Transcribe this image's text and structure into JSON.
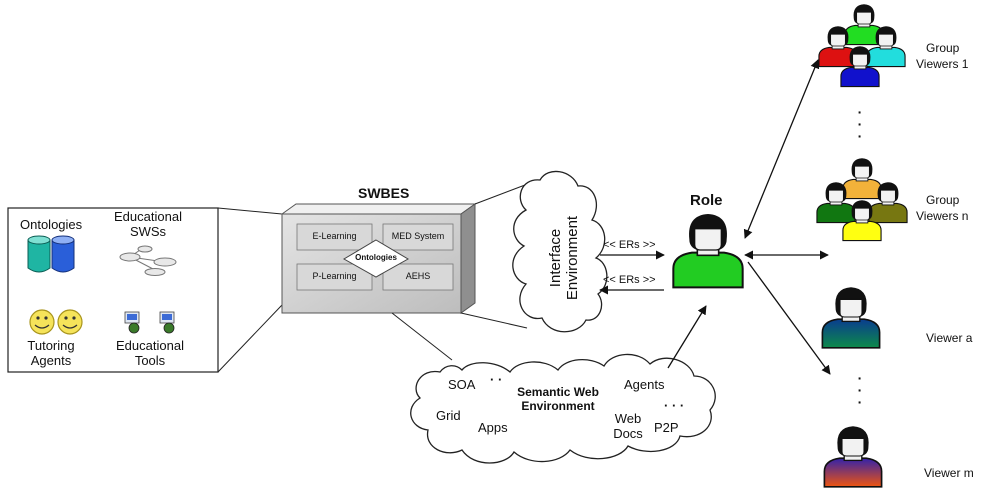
{
  "left_panel": {
    "ontologies": "Ontologies",
    "educational_sws_line1": "Educational",
    "educational_sws_line2": "SWSs",
    "tutoring_line1": "Tutoring",
    "tutoring_line2": "Agents",
    "tools_line1": "Educational",
    "tools_line2": "Tools"
  },
  "swbes": {
    "title": "SWBES",
    "modules": [
      "E-Learning",
      "MED System",
      "P-Learning",
      "AEHS"
    ],
    "center": "Ontologies"
  },
  "interface": {
    "line1": "Interface",
    "line2": "Environment"
  },
  "ers": {
    "top": "<< ERs >>",
    "bottom": "<< ERs >>"
  },
  "role": {
    "label": "Role"
  },
  "semantic_cloud": {
    "title_line1": "Semantic Web",
    "title_line2": "Environment",
    "soa": "SOA",
    "grid": "Grid",
    "apps": "Apps",
    "agents": "Agents",
    "web_line1": "Web",
    "web_line2": "Docs",
    "p2p": "P2P",
    "dots1": "· ·",
    "dots2": "· · ·"
  },
  "viewers": {
    "group1_line1": "Group",
    "group1_line2": "Viewers 1",
    "groupn_line1": "Group",
    "groupn_line2": "Viewers n",
    "viewer_a": "Viewer a",
    "viewer_m": "Viewer m",
    "vdots": "·\n·\n·"
  },
  "colors": {
    "role_body": "#22cc22",
    "red": "#dd1111",
    "green": "#22dd22",
    "cyan": "#22dddd",
    "blue": "#1111cc",
    "orange": "#f2b23a",
    "darkgreen": "#117711",
    "olive": "#777711",
    "yellow": "#ffff11",
    "teal_top": "#0a3d8f",
    "teal_bottom": "#0d8a4a",
    "purple_top": "#3322aa",
    "purple_bottom": "#ee5511",
    "cylinder_teal": "#1fb5a3",
    "cylinder_blue": "#2a5fd9",
    "smiley": "#f5e35a"
  }
}
